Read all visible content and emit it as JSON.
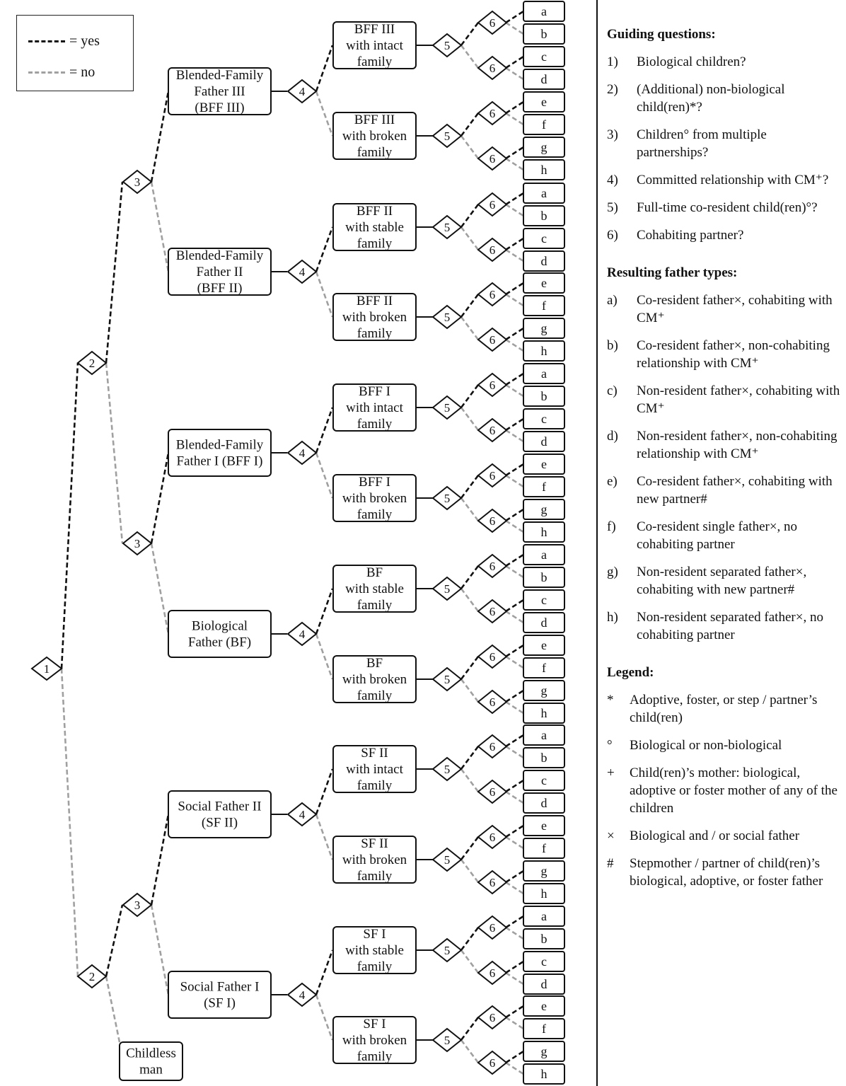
{
  "legend": {
    "yes_label": "= yes",
    "no_label": "= no",
    "yes_color": "#111111",
    "no_color": "#a0a0a0"
  },
  "tree": {
    "father_types": [
      {
        "lines": [
          "Blended-Family",
          "Father III",
          "(BFF III)"
        ],
        "families": [
          {
            "lines": [
              "BFF III",
              "with intact",
              "family"
            ]
          },
          {
            "lines": [
              "BFF III",
              "with broken",
              "family"
            ]
          }
        ]
      },
      {
        "lines": [
          "Blended-Family",
          "Father II",
          "(BFF II)"
        ],
        "families": [
          {
            "lines": [
              "BFF II",
              "with stable",
              "family"
            ]
          },
          {
            "lines": [
              "BFF II",
              "with broken",
              "family"
            ]
          }
        ]
      },
      {
        "lines": [
          "Blended-Family",
          "Father I (BFF I)"
        ],
        "families": [
          {
            "lines": [
              "BFF I",
              "with intact",
              "family"
            ]
          },
          {
            "lines": [
              "BFF I",
              "with broken",
              "family"
            ]
          }
        ]
      },
      {
        "lines": [
          "Biological",
          "Father (BF)"
        ],
        "families": [
          {
            "lines": [
              "BF",
              "with stable",
              "family"
            ]
          },
          {
            "lines": [
              "BF",
              "with broken",
              "family"
            ]
          }
        ]
      },
      {
        "lines": [
          "Social Father II",
          "(SF II)"
        ],
        "families": [
          {
            "lines": [
              "SF II",
              "with intact",
              "family"
            ]
          },
          {
            "lines": [
              "SF II",
              "with broken",
              "family"
            ]
          }
        ]
      },
      {
        "lines": [
          "Social Father I",
          "(SF I)"
        ],
        "families": [
          {
            "lines": [
              "SF I",
              "with stable",
              "family"
            ]
          },
          {
            "lines": [
              "SF I",
              "with broken",
              "family"
            ]
          }
        ]
      }
    ],
    "childless": [
      "Childless",
      "man"
    ],
    "leaves": [
      "a",
      "b",
      "c",
      "d",
      "e",
      "f",
      "g",
      "h"
    ]
  },
  "guiding": {
    "title": "Guiding questions:",
    "items": [
      {
        "label": "1)",
        "text": "Biological children?"
      },
      {
        "label": "2)",
        "text": "(Additional) non-biological child(ren)*?"
      },
      {
        "label": "3)",
        "text": "Children° from multiple partnerships?"
      },
      {
        "label": "4)",
        "text": "Committed relationship with CM⁺?"
      },
      {
        "label": "5)",
        "text": "Full-time co-resident child(ren)°?"
      },
      {
        "label": "6)",
        "text": "Cohabiting partner?"
      }
    ]
  },
  "results": {
    "title": "Resulting father types:",
    "items": [
      {
        "label": "a)",
        "text": "Co-resident father×, cohabiting with CM⁺"
      },
      {
        "label": "b)",
        "text": "Co-resident father×, non-cohabiting relationship with CM⁺"
      },
      {
        "label": "c)",
        "text": "Non-resident father×, cohabiting with CM⁺"
      },
      {
        "label": "d)",
        "text": "Non-resident father×, non-cohabiting relationship with CM⁺"
      },
      {
        "label": "e)",
        "text": "Co-resident father×, cohabiting with new partner#"
      },
      {
        "label": "f)",
        "text": "Co-resident single father×, no cohabiting partner"
      },
      {
        "label": "g)",
        "text": "Non-resident separated father×, cohabiting with new partner#"
      },
      {
        "label": "h)",
        "text": "Non-resident separated father×, no cohabiting partner"
      }
    ]
  },
  "legend_section": {
    "title": "Legend:",
    "items": [
      {
        "label": "*",
        "text": "Adoptive, foster, or step / partner’s child(ren)"
      },
      {
        "label": "°",
        "text": "Biological or non-biological"
      },
      {
        "label": "+",
        "text": "Child(ren)’s mother: biological, adoptive or foster mother of any of the children"
      },
      {
        "label": "×",
        "text": "Biological and / or social father"
      },
      {
        "label": "#",
        "text": "Stepmother / partner of child(ren)’s biological, adoptive, or foster father"
      }
    ]
  }
}
